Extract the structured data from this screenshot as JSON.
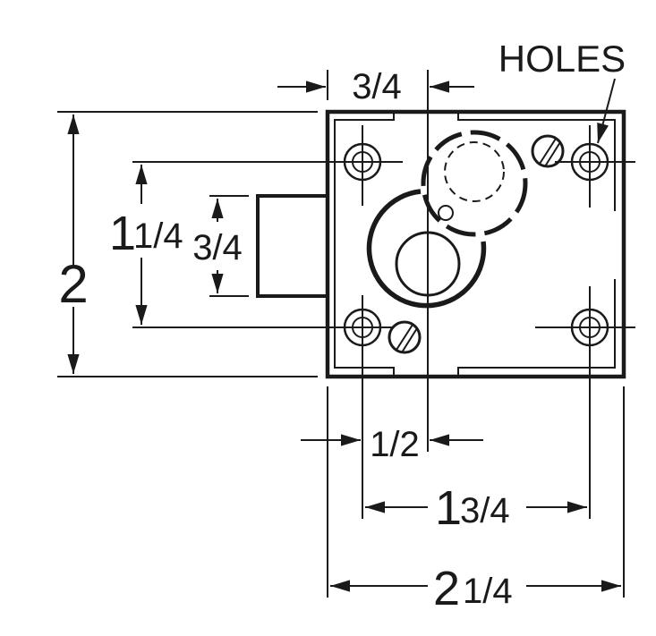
{
  "dimensions": {
    "top_width": "3/4",
    "holes": "HOLES",
    "overall_height": "2",
    "hole_spacing_vertical_whole": "1",
    "hole_spacing_vertical_fraction": "1/4",
    "bolt_height": "3/4",
    "hole_offset": "1/2",
    "hole_spacing_horizontal_whole": "1",
    "hole_spacing_horizontal_fraction": "3/4",
    "overall_width_whole": "2",
    "overall_width_fraction": "1/4"
  },
  "colors": {
    "ink": "#1a1a1a",
    "paper": "#ffffff"
  }
}
